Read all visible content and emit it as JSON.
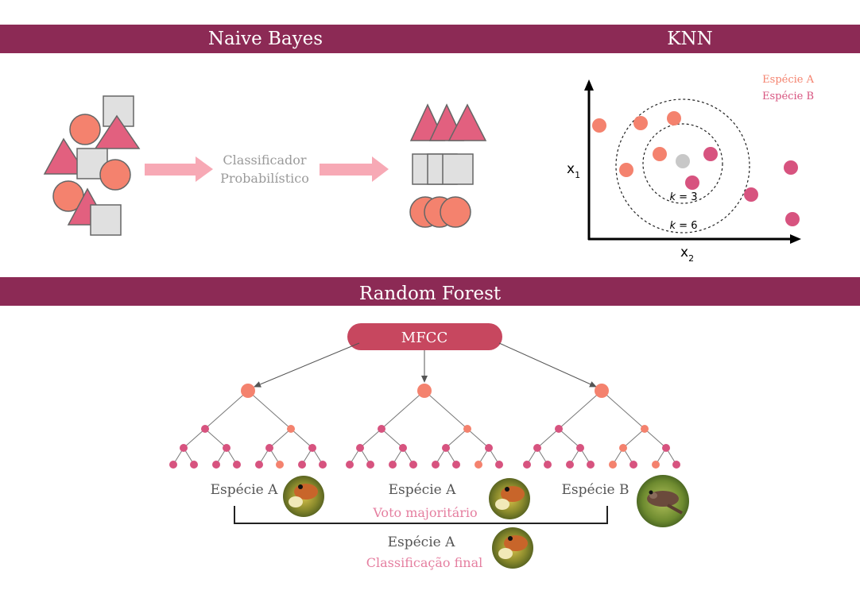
{
  "sections": {
    "naive_bayes": "Naive Bayes",
    "knn": "KNN",
    "random_forest": "Random Forest"
  },
  "naive_bayes": {
    "classifier_line1": "Classificador",
    "classifier_line2": "Probabilístico"
  },
  "knn": {
    "legend": [
      "Espécie A",
      "Espécie B"
    ],
    "x_axis_label": "x",
    "x_axis_sub": "2",
    "y_axis_label": "x",
    "y_axis_sub": "1",
    "k_inner_var": "k",
    "k_inner_val": " = 3",
    "k_outer_var": "k",
    "k_outer_val": " = 6"
  },
  "random_forest": {
    "root_label": "MFCC",
    "tree_labels": [
      "Espécie A",
      "Espécie A",
      "Espécie B"
    ],
    "vote_label": "Voto majoritário",
    "final_species": "Espécie A",
    "final_label": "Classificação final"
  },
  "colors": {
    "band": "#8c2a55",
    "species_a": "#f4826e",
    "species_b": "#d7537f",
    "shape_fill": "#e2607f",
    "square_fill": "#e0e0e0",
    "arrow": "#f7a9b5",
    "root_node": "#c7475f",
    "pink_text": "#e57fa0",
    "gray_text": "#9a9a9a"
  }
}
